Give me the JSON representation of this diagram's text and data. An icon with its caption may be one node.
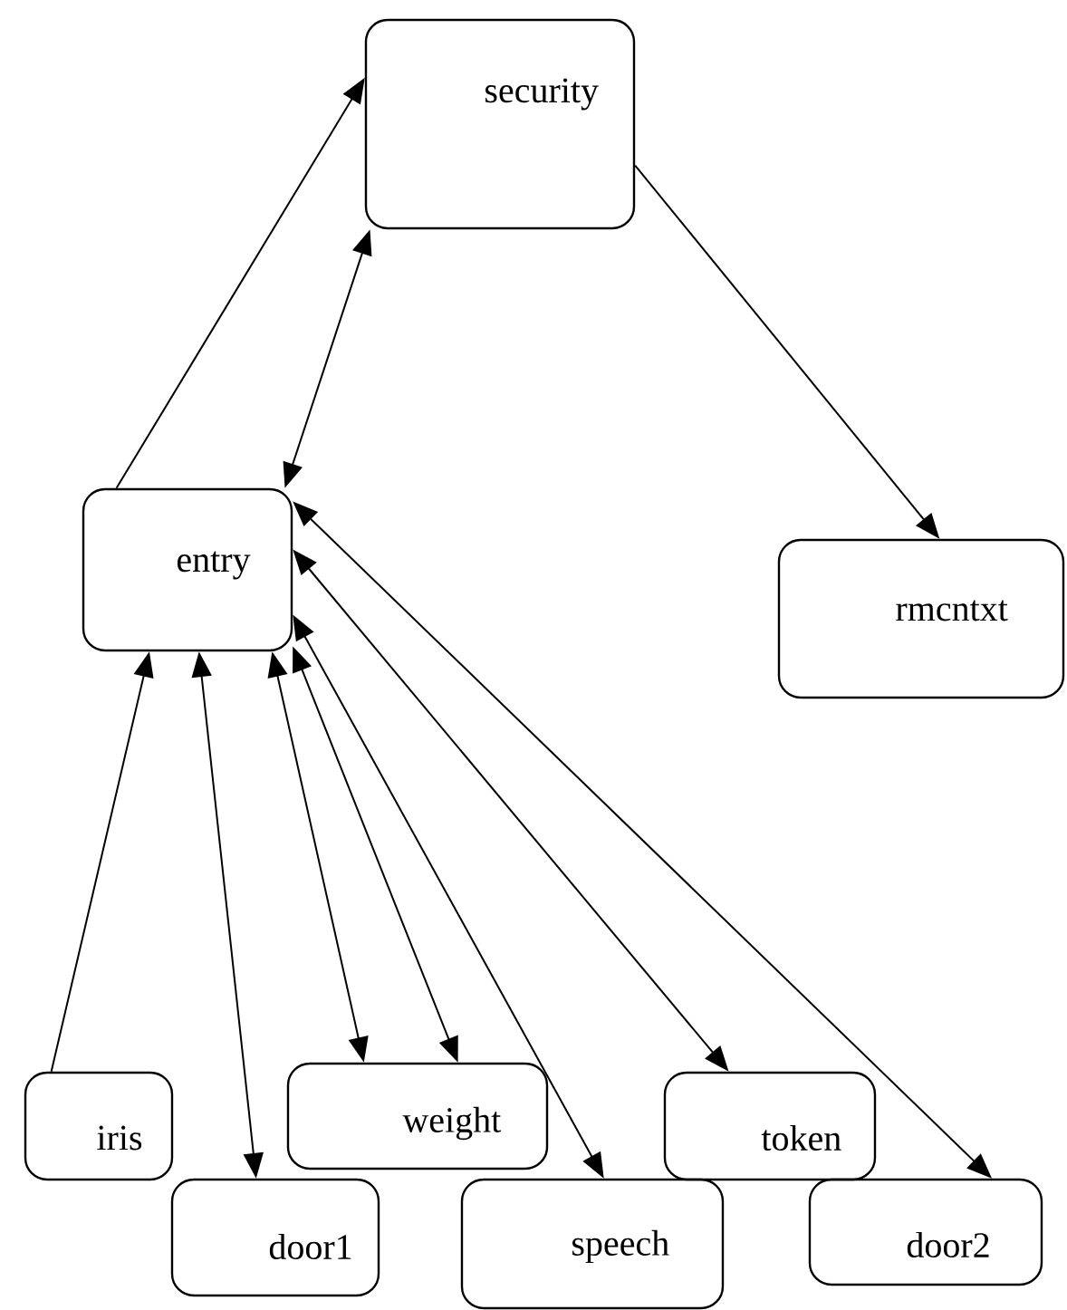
{
  "diagram": {
    "nodes": [
      {
        "text": [
          "security"
        ]
      },
      {
        "text": [
          "entry"
        ]
      },
      {
        "text": [
          "rmcntxt"
        ]
      },
      {
        "text": [
          "iris"
        ]
      },
      {
        "text": [
          "door1"
        ]
      },
      {
        "text": [
          "weight"
        ]
      },
      {
        "text": [
          "speech"
        ]
      },
      {
        "text": [
          "token"
        ]
      },
      {
        "text": [
          "door2"
        ]
      }
    ],
    "edges": [
      {
        "from": 1,
        "to": 0,
        "arrow": "to"
      },
      {
        "from": 1,
        "to": 0,
        "arrow": "both"
      },
      {
        "from": 0,
        "to": 2,
        "arrow": "to"
      },
      {
        "from": 3,
        "to": 1,
        "arrow": "to"
      },
      {
        "from": 4,
        "to": 1,
        "arrow": "both"
      },
      {
        "from": 5,
        "to": 1,
        "arrow": "both"
      },
      {
        "from": 5,
        "to": 1,
        "arrow": "both"
      },
      {
        "from": 6,
        "to": 1,
        "arrow": "both"
      },
      {
        "from": 7,
        "to": 1,
        "arrow": "both"
      },
      {
        "from": 8,
        "to": 1,
        "arrow": "both"
      }
    ]
  }
}
